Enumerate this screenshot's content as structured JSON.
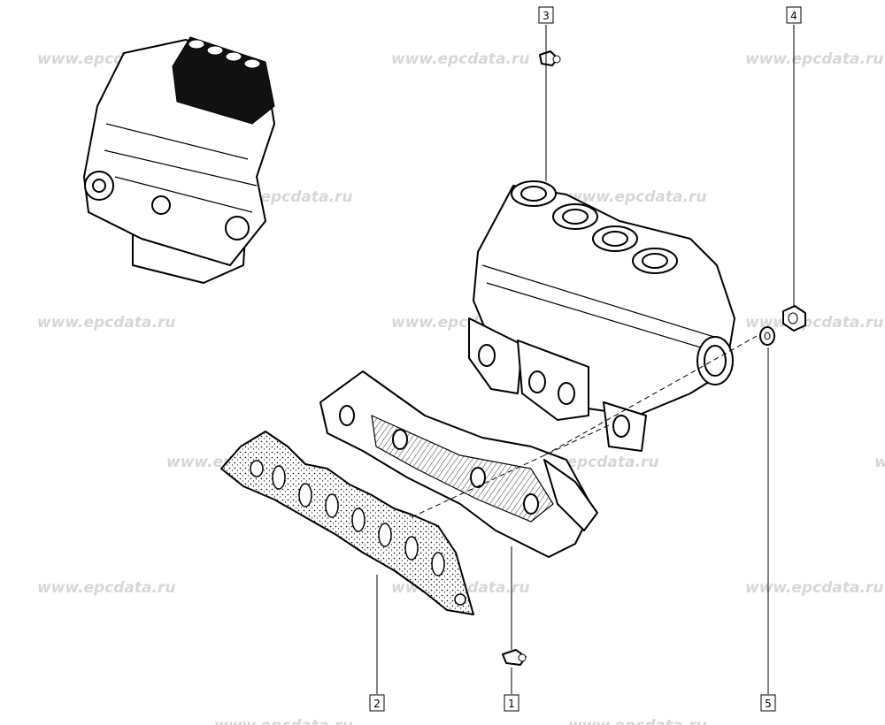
{
  "watermark": "www.epcdata.ru",
  "callouts": [
    {
      "id": "1",
      "label": "1"
    },
    {
      "id": "2",
      "label": "2"
    },
    {
      "id": "3",
      "label": "3"
    },
    {
      "id": "4",
      "label": "4"
    },
    {
      "id": "5",
      "label": "5"
    }
  ],
  "colors": {
    "line": "#000000",
    "watermark": "#d6d6d6",
    "background": "#ffffff"
  }
}
